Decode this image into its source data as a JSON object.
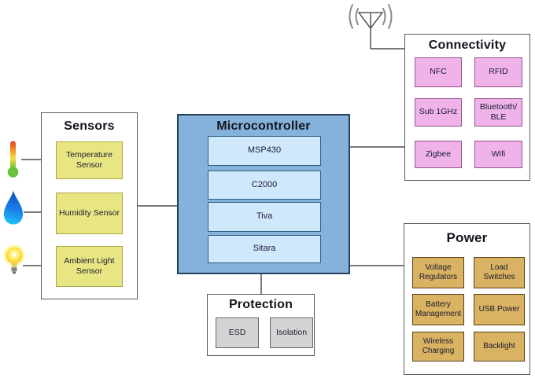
{
  "groups": {
    "sensors": {
      "title": "Sensors",
      "items": [
        {
          "label": "Temperature Sensor",
          "icon": "thermometer-icon"
        },
        {
          "label": "Humidity Sensor",
          "icon": "water-drop-icon"
        },
        {
          "label": "Ambient Light Sensor",
          "icon": "light-bulb-icon"
        }
      ]
    },
    "microcontroller": {
      "title": "Microcontroller",
      "items": [
        {
          "label": "MSP430"
        },
        {
          "label": "C2000"
        },
        {
          "label": "Tiva"
        },
        {
          "label": "Sitara"
        }
      ]
    },
    "connectivity": {
      "title": "Connectivity",
      "icon": "antenna-icon",
      "items": [
        {
          "label": "NFC"
        },
        {
          "label": "RFID"
        },
        {
          "label": "Sub 1GHz"
        },
        {
          "label": "Bluetooth/ BLE"
        },
        {
          "label": "Zigbee"
        },
        {
          "label": "Wifi"
        }
      ]
    },
    "power": {
      "title": "Power",
      "items": [
        {
          "label": "Voltage Regulators"
        },
        {
          "label": "Load Switches"
        },
        {
          "label": "Battery Management"
        },
        {
          "label": "USB Power"
        },
        {
          "label": "Wireless Charging"
        },
        {
          "label": "Backlight"
        }
      ]
    },
    "protection": {
      "title": "Protection",
      "items": [
        {
          "label": "ESD"
        },
        {
          "label": "Isolation"
        }
      ]
    }
  },
  "colors": {
    "background": "#ffffff",
    "connector_line": "#4d4d4d",
    "group_border": "#595959",
    "sensor_fill": "#e7e683",
    "sensor_border": "#a9a840",
    "mcu_fill": "#85b2da",
    "mcu_border": "#24425e",
    "mcu_inner_fill": "#cfe8fb",
    "mcu_inner_border": "#2d5d7d",
    "connectivity_fill": "#efb3e9",
    "connectivity_border": "#94538f",
    "power_fill": "#d9b262",
    "power_border": "#564019",
    "protection_fill": "#d4d4d4",
    "protection_border": "#666666"
  }
}
